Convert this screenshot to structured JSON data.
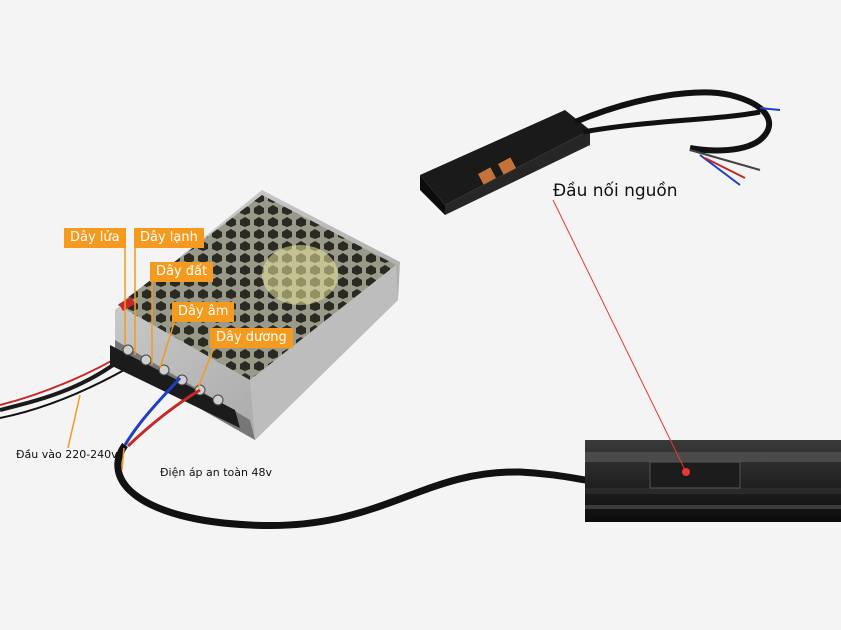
{
  "labels": {
    "live": "Dây lửa",
    "neutral": "Dây lạnh",
    "ground": "Dây đất",
    "negative": "Dây âm",
    "positive": "Dây dương"
  },
  "captions": {
    "input": "Đầu vào 220-240v",
    "safe_voltage": "Điện áp an toàn 48v",
    "connector": "Đầu nối nguồn"
  },
  "colors": {
    "label_bg": "#f39a1f",
    "leader": "#f39a1f",
    "pointer": "#e53935",
    "background": "#f4f4f4"
  }
}
